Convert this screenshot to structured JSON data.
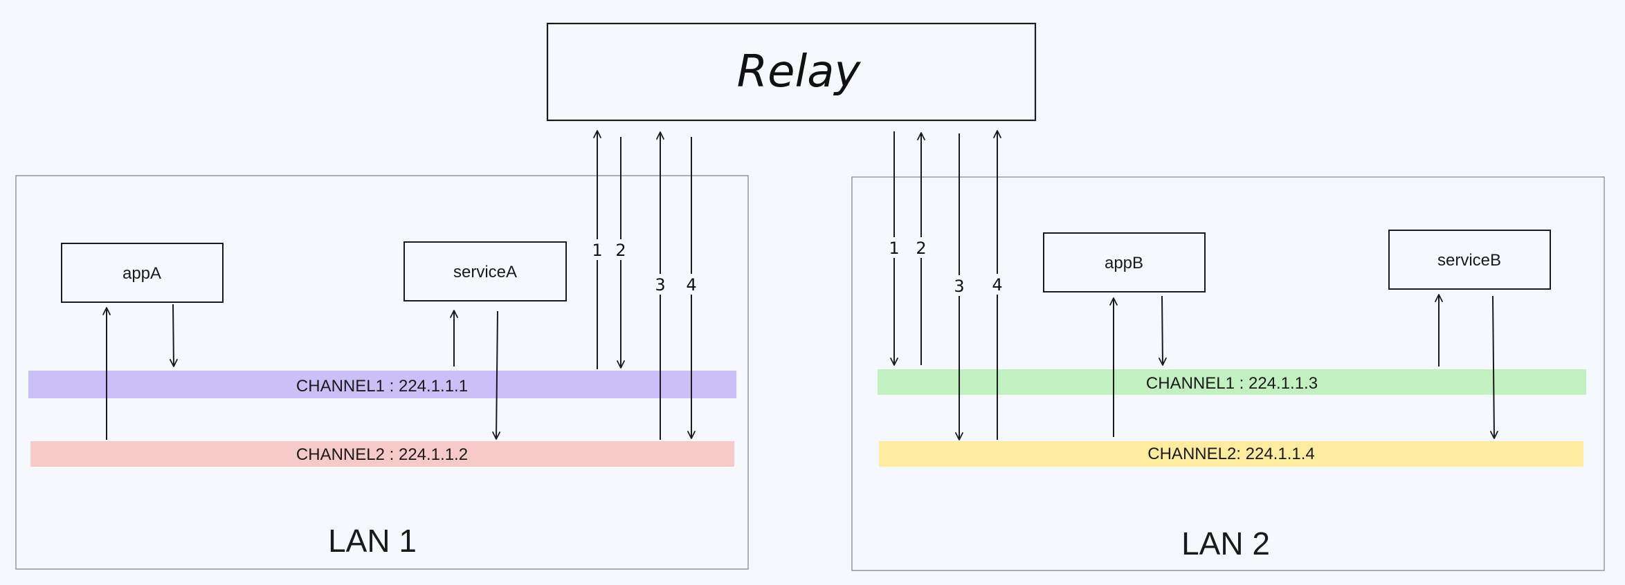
{
  "relay": {
    "title": "Relay"
  },
  "lan1": {
    "label": "LAN 1",
    "nodes": {
      "app": "appA",
      "service": "serviceA"
    },
    "channels": [
      {
        "label": "CHANNEL1 : 224.1.1.1",
        "color": "#cbbff7"
      },
      {
        "label": "CHANNEL2 : 224.1.1.2",
        "color": "#f7c9c9"
      }
    ],
    "relay_links": [
      "1",
      "2",
      "3",
      "4"
    ]
  },
  "lan2": {
    "label": "LAN 2",
    "nodes": {
      "app": "appB",
      "service": "serviceB"
    },
    "channels": [
      {
        "label": "CHANNEL1 : 224.1.1.3",
        "color": "#c2f0c0"
      },
      {
        "label": "CHANNEL2: 224.1.1.4",
        "color": "#fdeba0"
      }
    ],
    "relay_links": [
      "1",
      "2",
      "3",
      "4"
    ]
  },
  "colors": {
    "stroke": "#1a1a1a",
    "lan_border": "#8a8a8a",
    "background": "#f5f8fc"
  }
}
